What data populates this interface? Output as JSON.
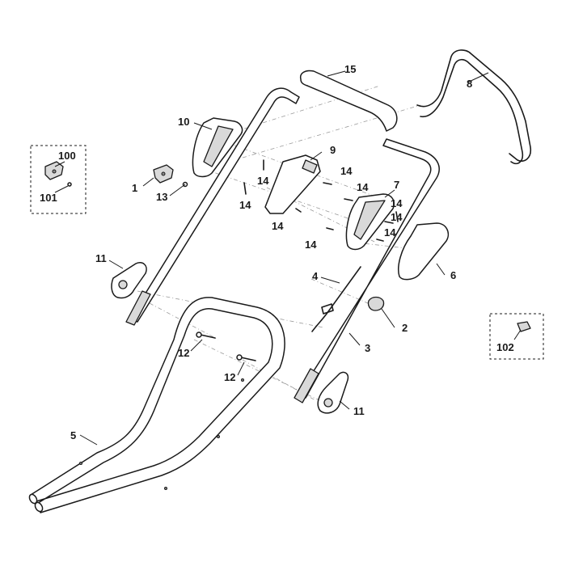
{
  "callouts": {
    "c1": "1",
    "c2": "2",
    "c3": "3",
    "c4": "4",
    "c5": "5",
    "c6": "6",
    "c7": "7",
    "c8": "8",
    "c9": "9",
    "c10": "10",
    "c11a": "11",
    "c11b": "11",
    "c12a": "12",
    "c12b": "12",
    "c13": "13",
    "c14a": "14",
    "c14b": "14",
    "c14c": "14",
    "c14d": "14",
    "c14e": "14",
    "c14f": "14",
    "c14g": "14",
    "c14h": "14",
    "c14i": "14",
    "c15": "15",
    "c100": "100",
    "c101": "101",
    "c102": "102"
  }
}
